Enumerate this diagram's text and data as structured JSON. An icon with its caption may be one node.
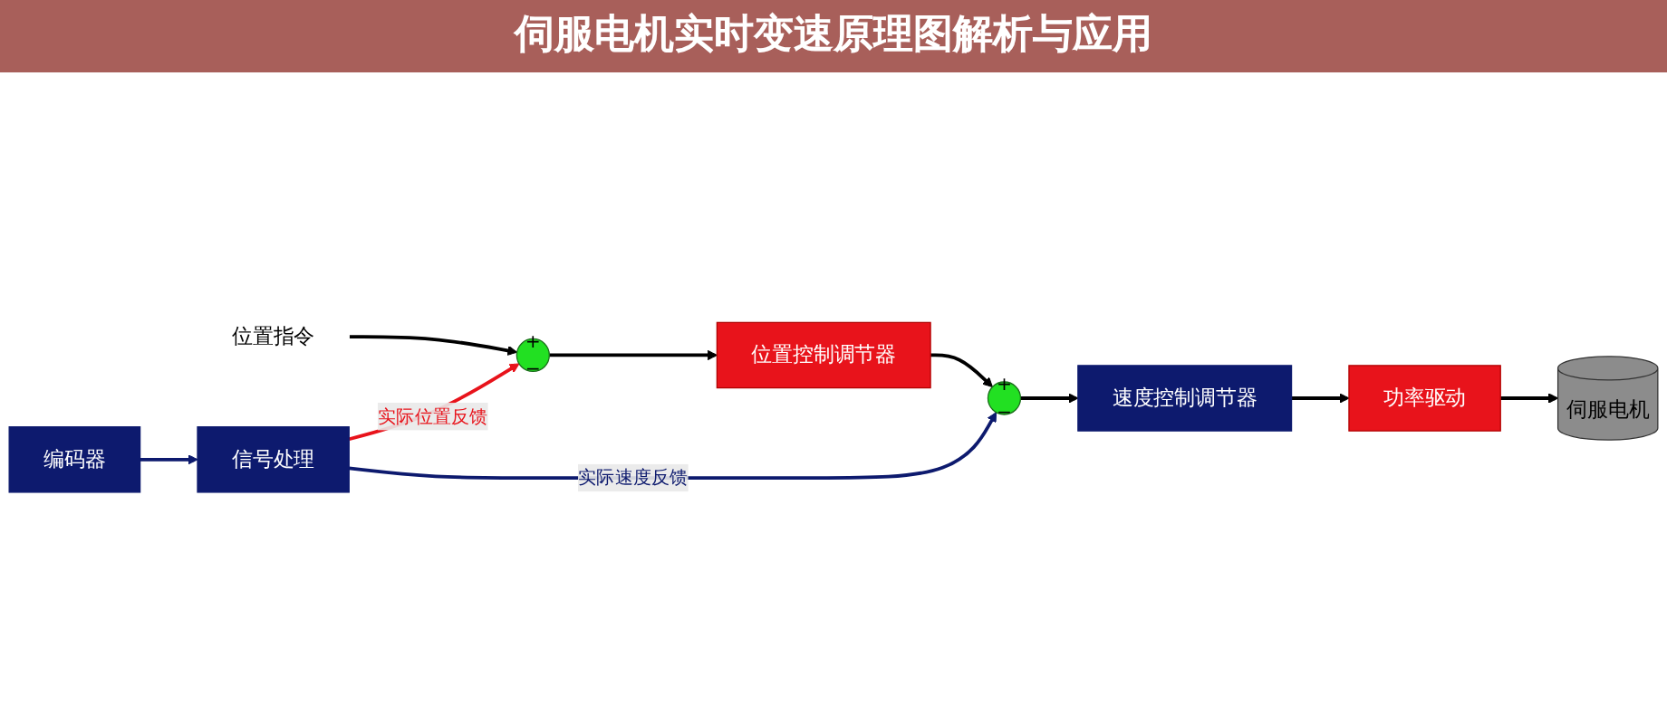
{
  "diagram": {
    "title": "伺服电机实时变速原理图解析与应用",
    "nodes": [
      {
        "text": [
          "位置指令"
        ]
      },
      {
        "text": [
          "+",
          "−"
        ]
      },
      {
        "text": [
          "位置控制调节器"
        ]
      },
      {
        "text": [
          "+",
          "−"
        ]
      },
      {
        "text": [
          "速度控制调节器"
        ]
      },
      {
        "text": [
          "功率驱动"
        ]
      },
      {
        "text": [
          "伺服电机"
        ]
      },
      {
        "text": [
          "编码器"
        ]
      },
      {
        "text": [
          "信号处理"
        ]
      }
    ],
    "edges": [
      {
        "from": 0,
        "to": 1,
        "arrow": "to"
      },
      {
        "from": 1,
        "to": 2,
        "arrow": "to"
      },
      {
        "from": 2,
        "to": 3,
        "arrow": "to"
      },
      {
        "from": 3,
        "to": 4,
        "arrow": "to"
      },
      {
        "from": 4,
        "to": 5,
        "arrow": "to"
      },
      {
        "from": 5,
        "to": 6,
        "arrow": "to"
      },
      {
        "from": 7,
        "to": 8,
        "arrow": "to",
        "color": "#0d1a6e"
      },
      {
        "from": 8,
        "to": 1,
        "arrow": "to",
        "label": "实际位置反馈",
        "color": "#e8131b"
      },
      {
        "from": 8,
        "to": 3,
        "arrow": "to",
        "label": "实际速度反馈",
        "color": "#0d1a6e"
      }
    ]
  }
}
